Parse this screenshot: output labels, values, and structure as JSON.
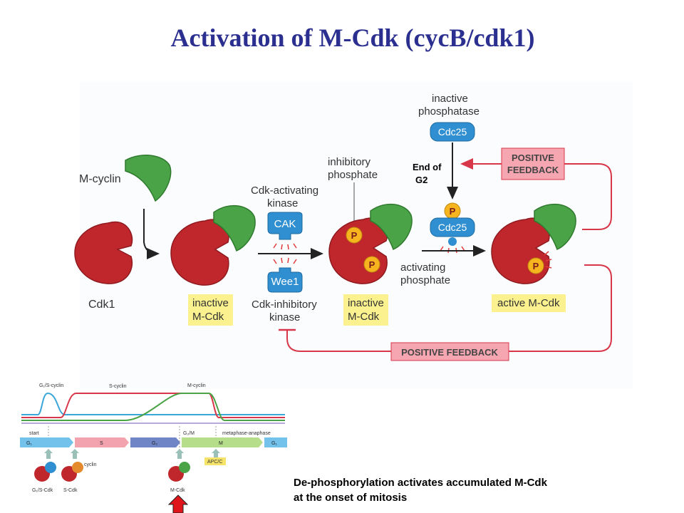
{
  "title": "Activation of M-Cdk (cycB/cdk1)",
  "main_figure": {
    "m_cyclin_label": "M-cyclin",
    "cdk1_label": "Cdk1",
    "inactive_mcdk_1": [
      "inactive",
      "M-Cdk"
    ],
    "cak_label": [
      "Cdk-activating",
      "kinase"
    ],
    "cak_text": "CAK",
    "wee1_text": "Wee1",
    "wee1_label": [
      "Cdk-inhibitory",
      "kinase"
    ],
    "inhibitory_phosphate_label": [
      "inhibitory",
      "phosphate"
    ],
    "activating_phosphate_label": [
      "activating",
      "phosphate"
    ],
    "inactive_mcdk_2": [
      "inactive",
      "M-Cdk"
    ],
    "inactive_phosphatase_label": [
      "inactive",
      "phosphatase"
    ],
    "cdc25_text": "Cdc25",
    "p_text": "P",
    "end_of_g2": [
      "End of",
      "G2"
    ],
    "positive_feedback_top": [
      "POSITIVE",
      "FEEDBACK"
    ],
    "positive_feedback_bottom": "POSITIVE FEEDBACK",
    "active_mcdk": "active M-Cdk"
  },
  "inset": {
    "curve_labels": [
      "G₁/S-cyclin",
      "S-cyclin",
      "M-cyclin"
    ],
    "checkpoints": [
      "start",
      "G₂/M",
      "metaphase-anaphase"
    ],
    "phases": [
      "G₁",
      "S",
      "G₂",
      "M",
      "G₁"
    ],
    "apc_label": "APC/C",
    "complex_labels": [
      "G₁/S-Cdk",
      "S-Cdk",
      "M-Cdk"
    ],
    "cyclin_label": "cyclin"
  },
  "caption": [
    "De-phosphorylation activates accumulated M-Cdk",
    "at the onset of mitosis"
  ],
  "colors": {
    "title": "#2b2f8f",
    "cdk": "#c0272d",
    "cyclin": "#4aa347",
    "enzyme": "#2f8fd0",
    "phosphate": "#f6b51e",
    "feedback_line": "#d8374a",
    "feedback_box": "#f5a6b0",
    "label_box": "#fbf28f",
    "arrow_highlight": "#e0151b"
  },
  "icons": [
    "red-up-arrow-icon"
  ]
}
